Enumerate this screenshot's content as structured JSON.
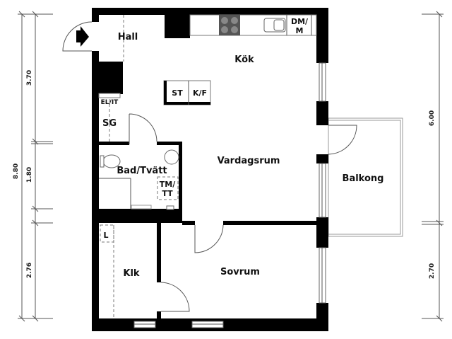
{
  "rooms": {
    "hall": "Hall",
    "kok": "Kök",
    "vardagsrum": "Vardagsrum",
    "balkong": "Balkong",
    "bad": "Bad/Tvätt",
    "klk": "Klk",
    "sovrum": "Sovrum"
  },
  "fixtures": {
    "st": "ST",
    "kf": "K/F",
    "elit": "EL/IT",
    "sg": "SG",
    "dm1": "DM/",
    "dm2": "M",
    "tm1": "TM/",
    "tm2": "TT",
    "l": "L"
  },
  "dimensions": {
    "left_total": "8.80",
    "left_1": "3.70",
    "left_2": "1.80",
    "left_3": "2.76",
    "right_1": "6.00",
    "right_2": "2.70"
  },
  "icons": {
    "entrance": "entrance-arrow-icon"
  }
}
